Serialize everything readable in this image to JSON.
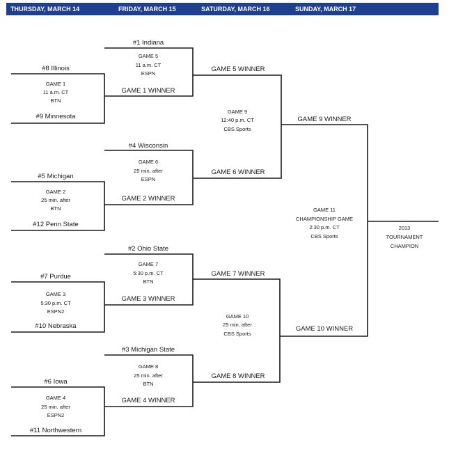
{
  "header": {
    "days": [
      "THURSDAY, MARCH 14",
      "FRIDAY, MARCH 15",
      "SATURDAY, MARCH 16",
      "SUNDAY, MARCH 17"
    ]
  },
  "first_round": [
    {
      "top": "#8 Illinois",
      "bottom": "#9 Minnesota",
      "game": "GAME 1",
      "time": "11 a.m. CT",
      "network": "BTN"
    },
    {
      "top": "#5 Michigan",
      "bottom": "#12 Penn State",
      "game": "GAME 2",
      "time": "25 min. after",
      "network": "BTN"
    },
    {
      "top": "#7 Purdue",
      "bottom": "#10 Nebraska",
      "game": "GAME 3",
      "time": "5:30 p.m. CT",
      "network": "ESPN2"
    },
    {
      "top": "#6 Iowa",
      "bottom": "#11 Northwestern",
      "game": "GAME 4",
      "time": "25 min. after",
      "network": "ESPN2"
    }
  ],
  "quarterfinals": [
    {
      "top": "#1 Indiana",
      "bottom": "GAME 1 WINNER",
      "game": "GAME 5",
      "time": "11 a.m. CT",
      "network": "ESPN"
    },
    {
      "top": "#4 Wisconsin",
      "bottom": "GAME 2 WINNER",
      "game": "GAME 6",
      "time": "25 min. after",
      "network": "ESPN"
    },
    {
      "top": "#2 Ohio State",
      "bottom": "GAME 3 WINNER",
      "game": "GAME 7",
      "time": "5:30 p.m. CT",
      "network": "BTN"
    },
    {
      "top": "#3 Michigan State",
      "bottom": "GAME 4 WINNER",
      "game": "GAME 8",
      "time": "25 min. after",
      "network": "BTN"
    }
  ],
  "semifinals": [
    {
      "top": "GAME 5 WINNER",
      "bottom": "GAME 6 WINNER",
      "game": "GAME 9",
      "time": "12:40 p.m. CT",
      "network": "CBS Sports"
    },
    {
      "top": "GAME 7 WINNER",
      "bottom": "GAME 8 WINNER",
      "game": "GAME 10",
      "time": "25 min. after",
      "network": "CBS Sports"
    }
  ],
  "final": {
    "top": "GAME 9 WINNER",
    "bottom": "GAME 10 WINNER",
    "game": "GAME 11",
    "subtitle": "CHAMPIONSHIP GAME",
    "time": "2:30 p.m. CT",
    "network": "CBS Sports"
  },
  "champion": {
    "year": "2013",
    "line1": "TOURNAMENT",
    "line2": "CHAMPION"
  }
}
